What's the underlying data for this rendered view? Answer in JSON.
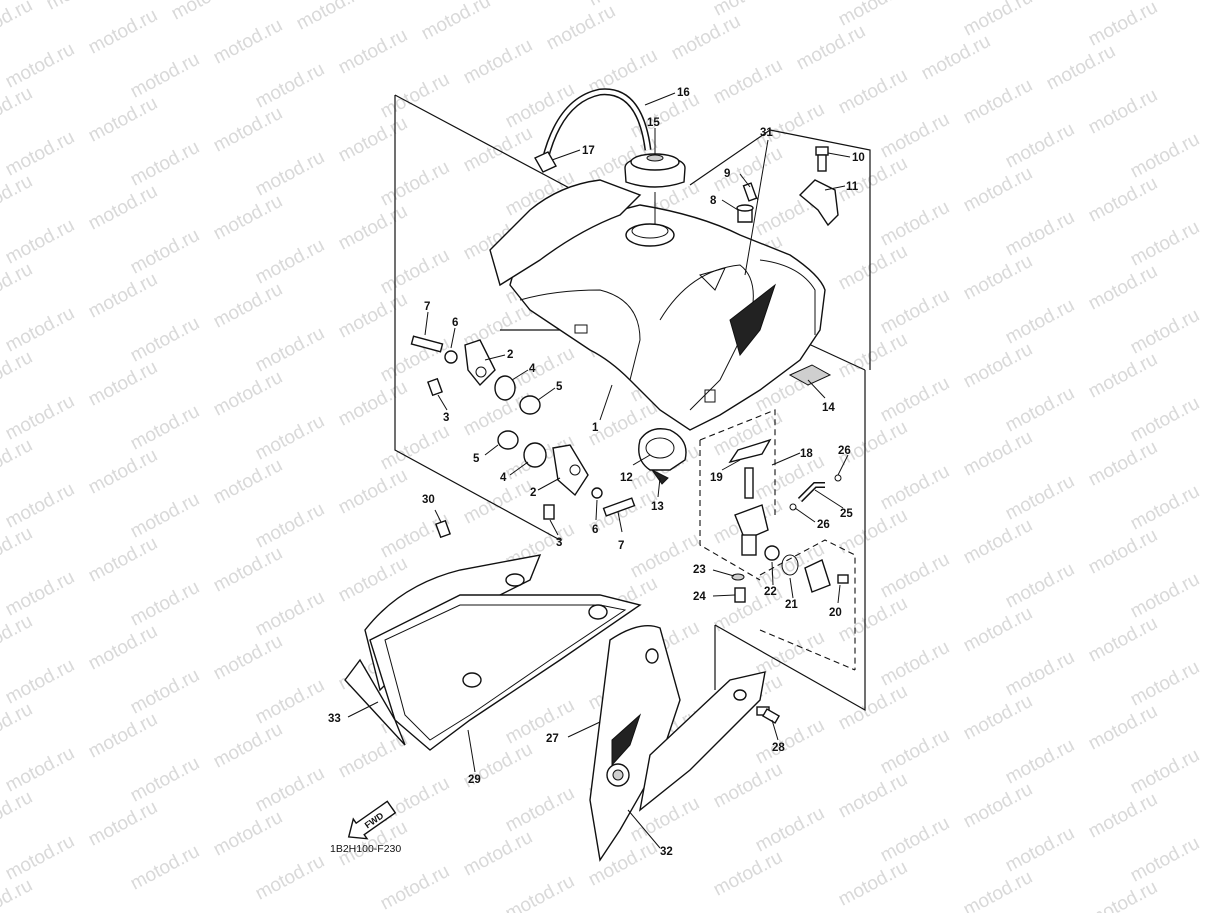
{
  "diagram_code": "1B2H100-F230",
  "fwd_label": "FWD",
  "watermark_text": "motod.ru",
  "callouts": [
    "1",
    "2",
    "2",
    "3",
    "3",
    "4",
    "4",
    "5",
    "5",
    "6",
    "6",
    "7",
    "7",
    "8",
    "9",
    "10",
    "11",
    "12",
    "13",
    "14",
    "15",
    "16",
    "17",
    "18",
    "19",
    "20",
    "21",
    "22",
    "23",
    "24",
    "25",
    "26",
    "26",
    "27",
    "28",
    "29",
    "30",
    "31",
    "32",
    "33"
  ]
}
